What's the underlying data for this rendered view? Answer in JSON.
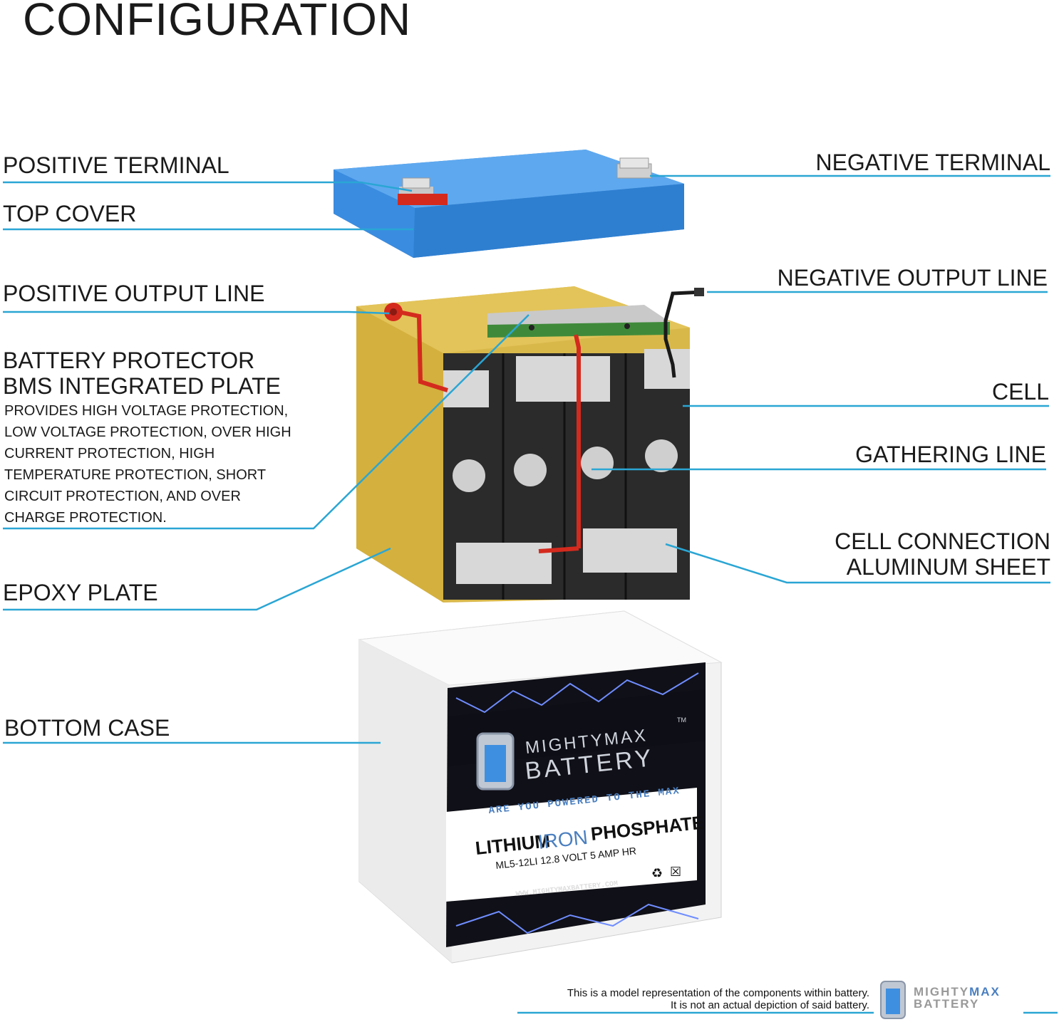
{
  "title": "CONFIGURATION",
  "labels": {
    "positive_terminal": "POSITIVE TERMINAL",
    "top_cover": "TOP COVER",
    "positive_output_line": "POSITIVE OUTPUT LINE",
    "bms_line1": "BATTERY PROTECTOR",
    "bms_line2": "BMS INTEGRATED PLATE",
    "bms_desc": [
      "PROVIDES HIGH VOLTAGE PROTECTION,",
      "LOW VOLTAGE PROTECTION, OVER HIGH",
      "CURRENT PROTECTION, HIGH",
      "TEMPERATURE PROTECTION, SHORT",
      "CIRCUIT PROTECTION, AND OVER",
      "CHARGE PROTECTION."
    ],
    "epoxy_plate": "EPOXY PLATE",
    "bottom_case": "BOTTOM CASE",
    "negative_terminal": "NEGATIVE TERMINAL",
    "negative_output_line": "NEGATIVE OUTPUT LINE",
    "cell": "CELL",
    "gathering_line": "GATHERING LINE",
    "cell_connection_line1": "CELL CONNECTION",
    "cell_connection_line2": "ALUMINUM SHEET"
  },
  "battery_label": {
    "brand_line1": "MIGHTYMAX",
    "brand_line2": "BATTERY",
    "tm": "TM",
    "tagline": "ARE YOU POWERED TO THE MAX",
    "chem_lithium": "LITHIUM",
    "chem_iron": "IRON",
    "chem_phosphate": "PHOSPHATE",
    "model": "ML5-12LI 12.8 VOLT 5 AMP HR",
    "website": "WWW.MIGHTYMAXBATTERY.COM"
  },
  "footer": {
    "disclaimer_line1": "This is a model representation of the components within battery.",
    "disclaimer_line2": "It is not an actual depiction of said battery.",
    "brand_line1_a": "MIGHTY",
    "brand_line1_b": "MAX",
    "brand_line2": "BATTERY"
  },
  "colors": {
    "leader_line": "#2aa6d4",
    "top_cover": "#3b8fe0",
    "epoxy": "#d9b84a",
    "cell": "#2b2b2b",
    "cell_sheet": "#d8d8d8",
    "wire_red": "#d42a1e",
    "case": "#f2f2f2",
    "label_bg": "#101018",
    "label_accent": "#4a7fc0"
  }
}
